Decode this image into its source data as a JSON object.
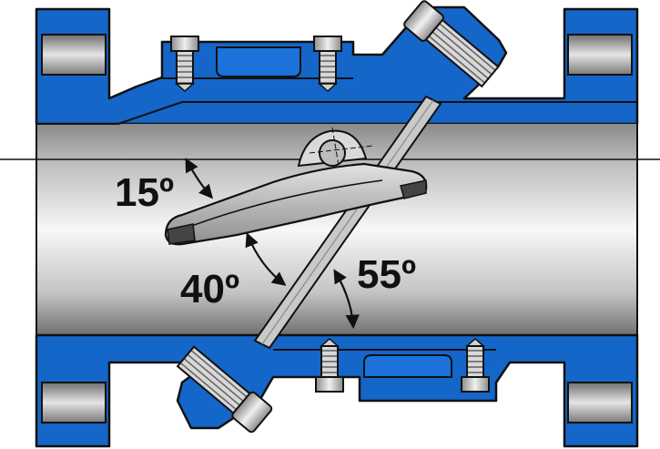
{
  "diagram": {
    "angles": {
      "disc_tilt": "15º",
      "disc_to_seat": "40º",
      "seat_to_axis": "55º"
    },
    "colors": {
      "body_blue": "#1466c8",
      "body_blue_dark": "#0a3f86",
      "outline": "#111111",
      "steel_light": "#f2f2f2",
      "steel_mid": "#bdbdbd",
      "steel_dark": "#6e6e6e",
      "disc_fill": "#a9a9a9"
    }
  }
}
